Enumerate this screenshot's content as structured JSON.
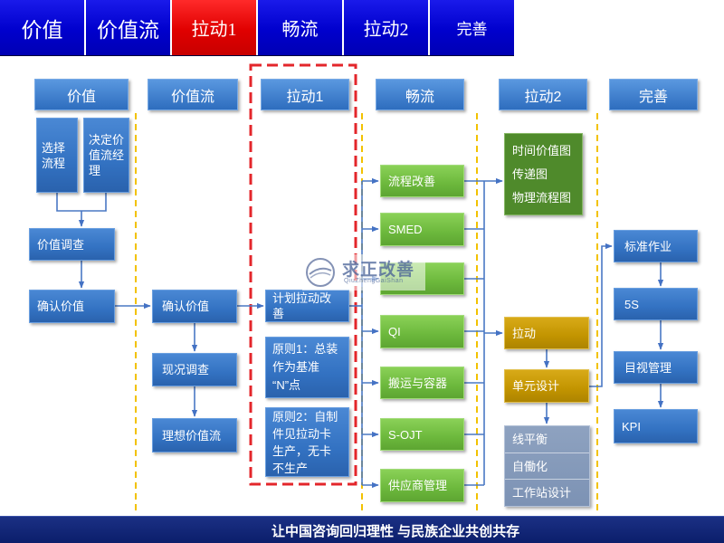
{
  "tabs": [
    {
      "label": "价值",
      "active": false
    },
    {
      "label": "价值流",
      "active": false
    },
    {
      "label": "拉动1",
      "active": true
    },
    {
      "label": "畅流",
      "active": false
    },
    {
      "label": "拉动2",
      "active": false
    },
    {
      "label": "完善",
      "active": false
    }
  ],
  "diagram": {
    "headers": [
      "价值",
      "价值流",
      "拉动1",
      "畅流",
      "拉动2",
      "完善"
    ],
    "value": {
      "select_process": "选择流程",
      "decide_manager": "决定价值流经理",
      "value_survey": "价值调查",
      "confirm_value": "确认价值"
    },
    "value_stream": {
      "confirm_value": "确认价值",
      "current_state": "现况调查",
      "future_state": "理想价值流"
    },
    "pull_1": {
      "plan": "计划拉动改善",
      "principle_1": "原则1：总装\n作为基准\n“N”点",
      "principle_2": "原则2：自制\n件见拉动卡\n生产，无卡\n不生产"
    },
    "flow": {
      "items": [
        "流程改善",
        "SMED",
        "",
        "QI",
        "搬运与容器",
        "S-OJT",
        "供应商管理"
      ]
    },
    "pull_2": {
      "maps": [
        "时间价值图",
        "传递图",
        "物理流程图"
      ],
      "pull": "拉动",
      "cell_design": "单元设计",
      "cell_items": [
        "线平衡",
        "自働化",
        "工作站设计"
      ]
    },
    "perfect": {
      "items": [
        "标准作业",
        "5S",
        "目视管理",
        "KPI"
      ]
    }
  },
  "watermark": {
    "brand": "求正改善",
    "romanization": "QiuZhengGaiShan"
  },
  "footer": {
    "slogan": "让中国咨询回归理性 与民族企业共创共存"
  },
  "colors": {
    "tab_blue": "#0000CD",
    "tab_active_red": "#E00000",
    "header_blue": "#2E6DBE",
    "box_blue": "#3372C2",
    "flow_green": "#6CB83C",
    "map_green": "#4F8A2B",
    "pull_gold": "#C29400",
    "cell_gray_blue": "#7C92B4",
    "arrow_blue": "#4472C4",
    "divider_yellow": "#F2C200",
    "highlight_red": "#E3262B",
    "footer_navy": "#0B1E6B"
  }
}
